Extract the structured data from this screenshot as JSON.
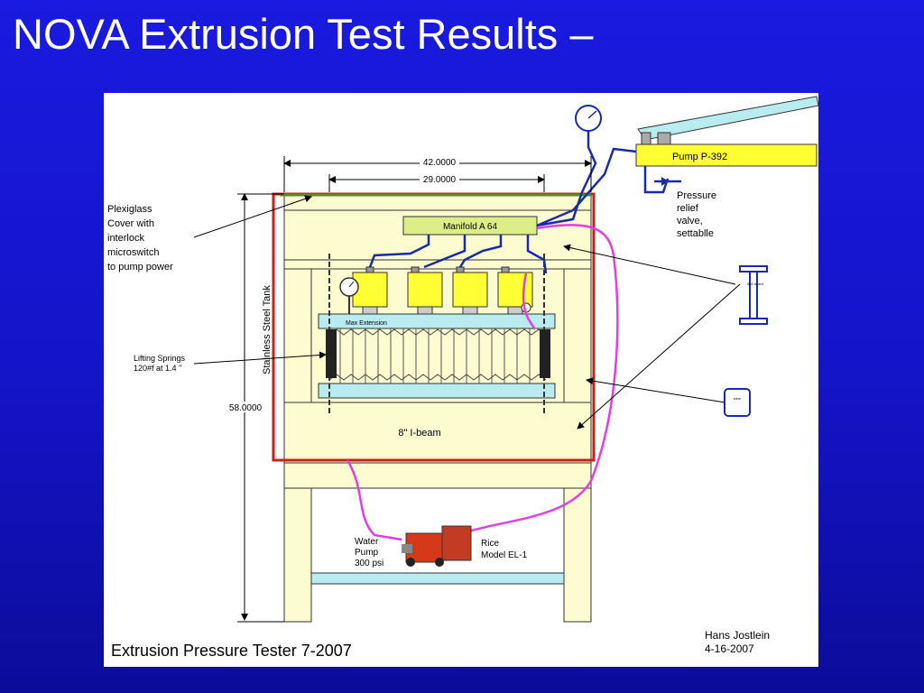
{
  "slide": {
    "title": "NOVA Extrusion Test Results –"
  },
  "diagram": {
    "caption": "Extrusion Pressure Tester 7-2007",
    "author": "Hans Jostlein",
    "date": "4-16-2007",
    "dim_outer_width": "42.0000",
    "dim_inner_width": "29.0000",
    "dim_height": "58.0000",
    "tank_label": "Stainless Steel Tank",
    "manifold_label": "Manifold  A 64",
    "pump_label": "Pump P-392",
    "relief_label": [
      "Pressure",
      "relief",
      "valve,",
      "settablle"
    ],
    "plexiglass_label": [
      "Plexiglass",
      "Cover with",
      "interlock",
      "microswitch",
      "to pump power"
    ],
    "springs_label": [
      "Lifting Springs",
      "120#f at 1.4 \""
    ],
    "extension_label": "Max Extension",
    "ibeam_label": "8\" I-beam",
    "water_pump_label": [
      "Water",
      "Pump",
      "300 psi"
    ],
    "rice_label": [
      "Rice",
      "Model  EL-1"
    ],
    "colors": {
      "frame": "#fdfbd0",
      "beam": "#b8ecf0",
      "cylinder": "#ffff33",
      "hose_blue": "#1a2aa8",
      "hose_magenta": "#e040e0",
      "tank_outline": "#c8201a",
      "pump_body": "#d43a1a"
    }
  }
}
